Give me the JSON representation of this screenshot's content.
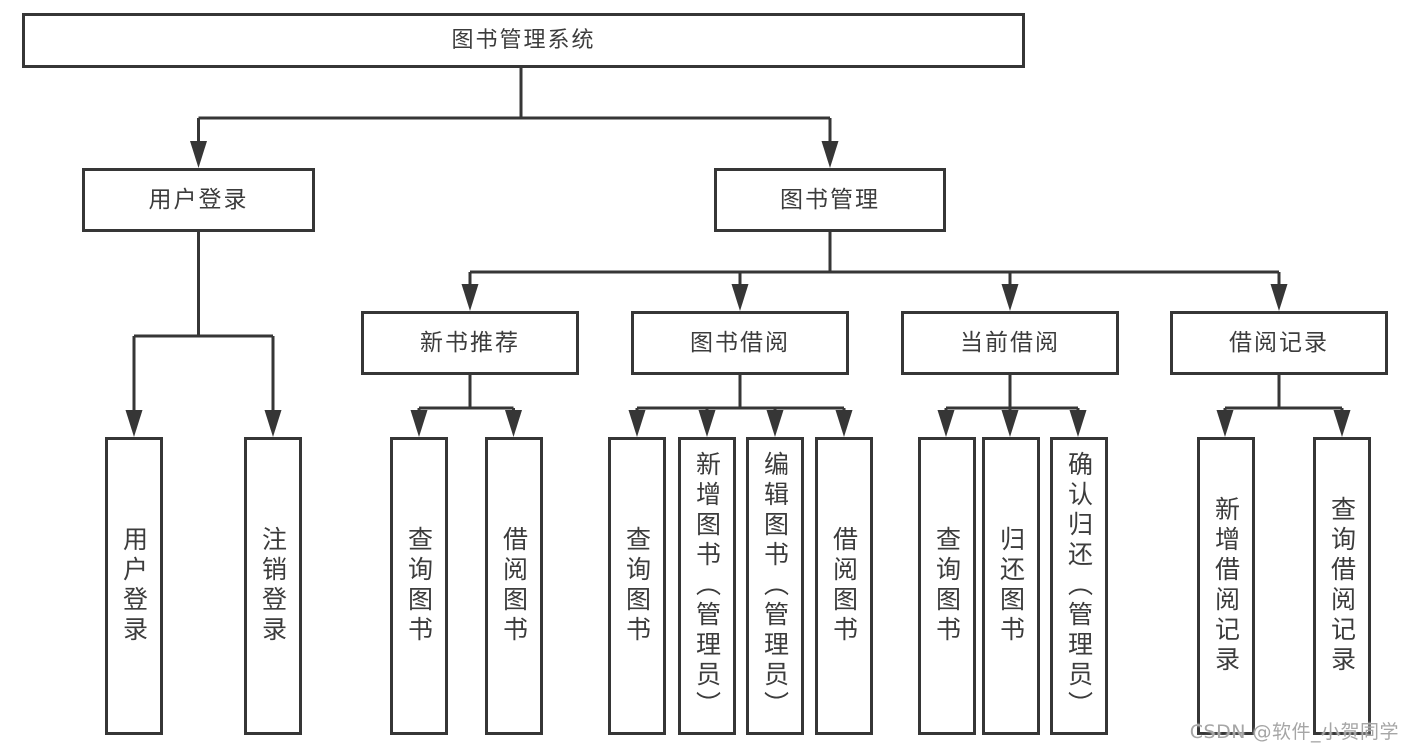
{
  "diagram_title": "图书管理系统",
  "tree": {
    "label": "图书管理系统",
    "children": [
      {
        "label": "用户登录",
        "children": [
          {
            "label": "用户登录"
          },
          {
            "label": "注销登录"
          }
        ]
      },
      {
        "label": "图书管理",
        "children": [
          {
            "label": "新书推荐",
            "children": [
              {
                "label": "查询图书"
              },
              {
                "label": "借阅图书"
              }
            ]
          },
          {
            "label": "图书借阅",
            "children": [
              {
                "label": "查询图书"
              },
              {
                "label": "新增图书（管理员）"
              },
              {
                "label": "编辑图书（管理员）"
              },
              {
                "label": "借阅图书"
              }
            ]
          },
          {
            "label": "当前借阅",
            "children": [
              {
                "label": "查询图书"
              },
              {
                "label": "归还图书"
              },
              {
                "label": "确认归还（管理员）"
              }
            ]
          },
          {
            "label": "借阅记录",
            "children": [
              {
                "label": "新增借阅记录"
              },
              {
                "label": "查询借阅记录"
              }
            ]
          }
        ]
      }
    ]
  },
  "watermark": {
    "text": "CSDN @软件_小贺同学"
  },
  "colors": {
    "line": "#363636",
    "text": "#3c3c3c",
    "box-bg": "#ffffff",
    "bg": "#ffffff",
    "watermark": "#a6a6a6"
  }
}
